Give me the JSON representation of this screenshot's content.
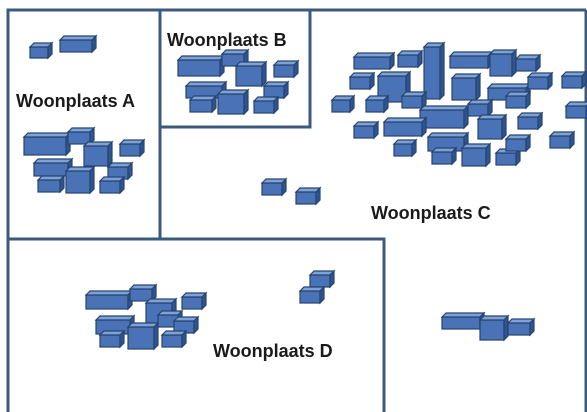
{
  "regions": [
    {
      "id": "a",
      "label": "Woonplaats A"
    },
    {
      "id": "b",
      "label": "Woonplaats B"
    },
    {
      "id": "c",
      "label": "Woonplaats C"
    },
    {
      "id": "d",
      "label": "Woonplaats D"
    }
  ],
  "colors": {
    "border": "#3c5a7d",
    "building_front": "#4a72b6",
    "building_top": "#7fa2d6",
    "building_side": "#2f5590",
    "label": "#1a1a1a"
  }
}
